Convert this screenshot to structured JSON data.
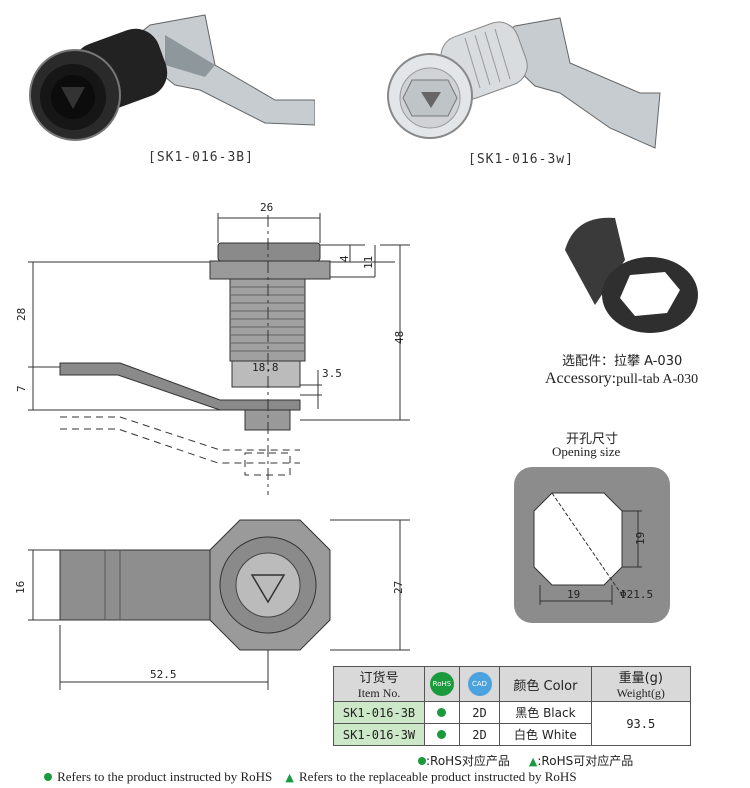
{
  "products": {
    "black": {
      "caption": "[SK1-016-3B]"
    },
    "white": {
      "caption": "[SK1-016-3w]"
    }
  },
  "accessory": {
    "cn": "选配件：拉攀 A-030",
    "en_label": "Accessory:",
    "en_value": "pull-tab A-030"
  },
  "opening": {
    "cn": "开孔尺寸",
    "en": "Opening size",
    "dim_side": "19",
    "dim_bottom": "19",
    "dim_diameter": "Φ21.5"
  },
  "drawing": {
    "dim_26": "26",
    "dim_4": "4",
    "dim_11": "11",
    "dim_28": "28",
    "dim_48": "48",
    "dim_18_8": "18.8",
    "dim_3_5": "3.5",
    "dim_7": "7",
    "dim_16": "16",
    "dim_27": "27",
    "dim_52_5": "52.5"
  },
  "table": {
    "header": {
      "item_cn": "订货号",
      "item_en": "Item No.",
      "rohs_icon": "RoHS",
      "cad_icon": "CAD",
      "color": "颜色 Color",
      "weight_cn": "重量(g)",
      "weight_en": "Weight(g)"
    },
    "rows": [
      {
        "item": "SK1-016-3B",
        "cad": "2D",
        "color": "黑色  Black"
      },
      {
        "item": "SK1-016-3W",
        "cad": "2D",
        "color": "白色  White"
      }
    ],
    "weight": "93.5"
  },
  "legend": {
    "rohs_cn": ":RoHS对应产品",
    "replace_cn": ":RoHS可对应产品",
    "rohs_en": "Refers to the product instructed by RoHS",
    "replace_en": "Refers to the replaceable product instructed by RoHS"
  },
  "colors": {
    "green": "#1a9a3c",
    "item_bg": "#cde8c8",
    "header_bg": "#d9d9d9",
    "part_gray": "#8a8a8a"
  }
}
